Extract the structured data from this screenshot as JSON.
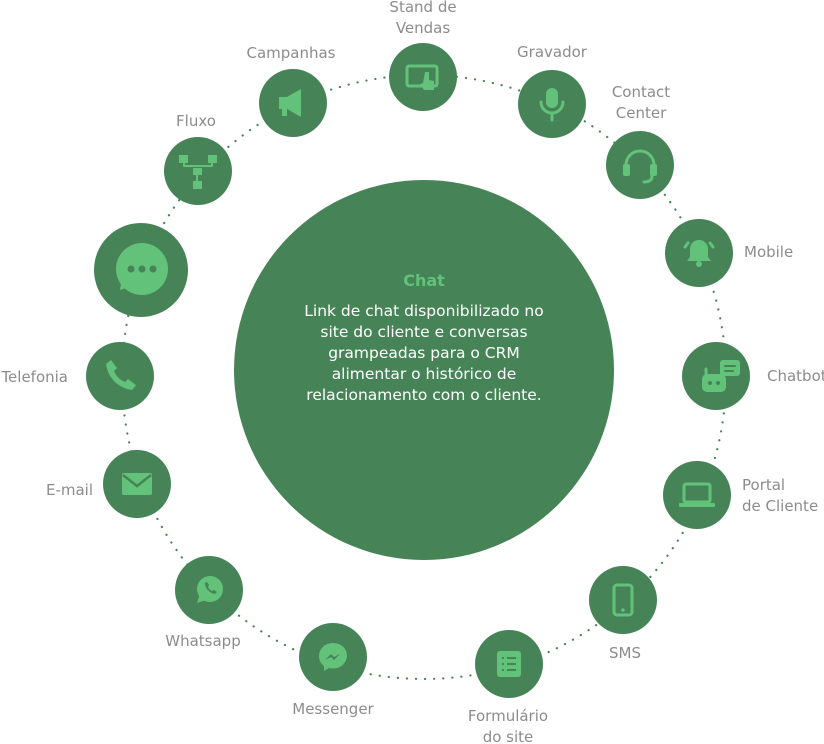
{
  "colors": {
    "node": "#468457",
    "icon": "#62c27a",
    "label": "#8c8c8c",
    "center_text": "#ffffff"
  },
  "center": {
    "title": "Chat",
    "description": "Link de chat disponibilizado no site do cliente e conversas grampeadas para o CRM alimentar o histórico de relacionamento com o cliente."
  },
  "nodes": [
    {
      "label": "Stand de\nVendas",
      "icon": "touch-screen-icon"
    },
    {
      "label": "Gravador",
      "icon": "microphone-icon"
    },
    {
      "label": "Contact\nCenter",
      "icon": "headset-icon"
    },
    {
      "label": "Mobile",
      "icon": "bell-icon"
    },
    {
      "label": "Chatbot",
      "icon": "robot-icon"
    },
    {
      "label": "Portal\nde Cliente",
      "icon": "laptop-icon"
    },
    {
      "label": "SMS",
      "icon": "smartphone-icon"
    },
    {
      "label": "Formulário\ndo site",
      "icon": "form-icon"
    },
    {
      "label": "Messenger",
      "icon": "messenger-icon"
    },
    {
      "label": "Whatsapp",
      "icon": "whatsapp-icon"
    },
    {
      "label": "E-mail",
      "icon": "envelope-icon"
    },
    {
      "label": "Telefonia",
      "icon": "phone-icon"
    },
    {
      "label": "",
      "icon": "chat-bubble-icon",
      "active": true
    },
    {
      "label": "Fluxo",
      "icon": "flowchart-icon"
    },
    {
      "label": "Campanhas",
      "icon": "megaphone-icon"
    }
  ]
}
